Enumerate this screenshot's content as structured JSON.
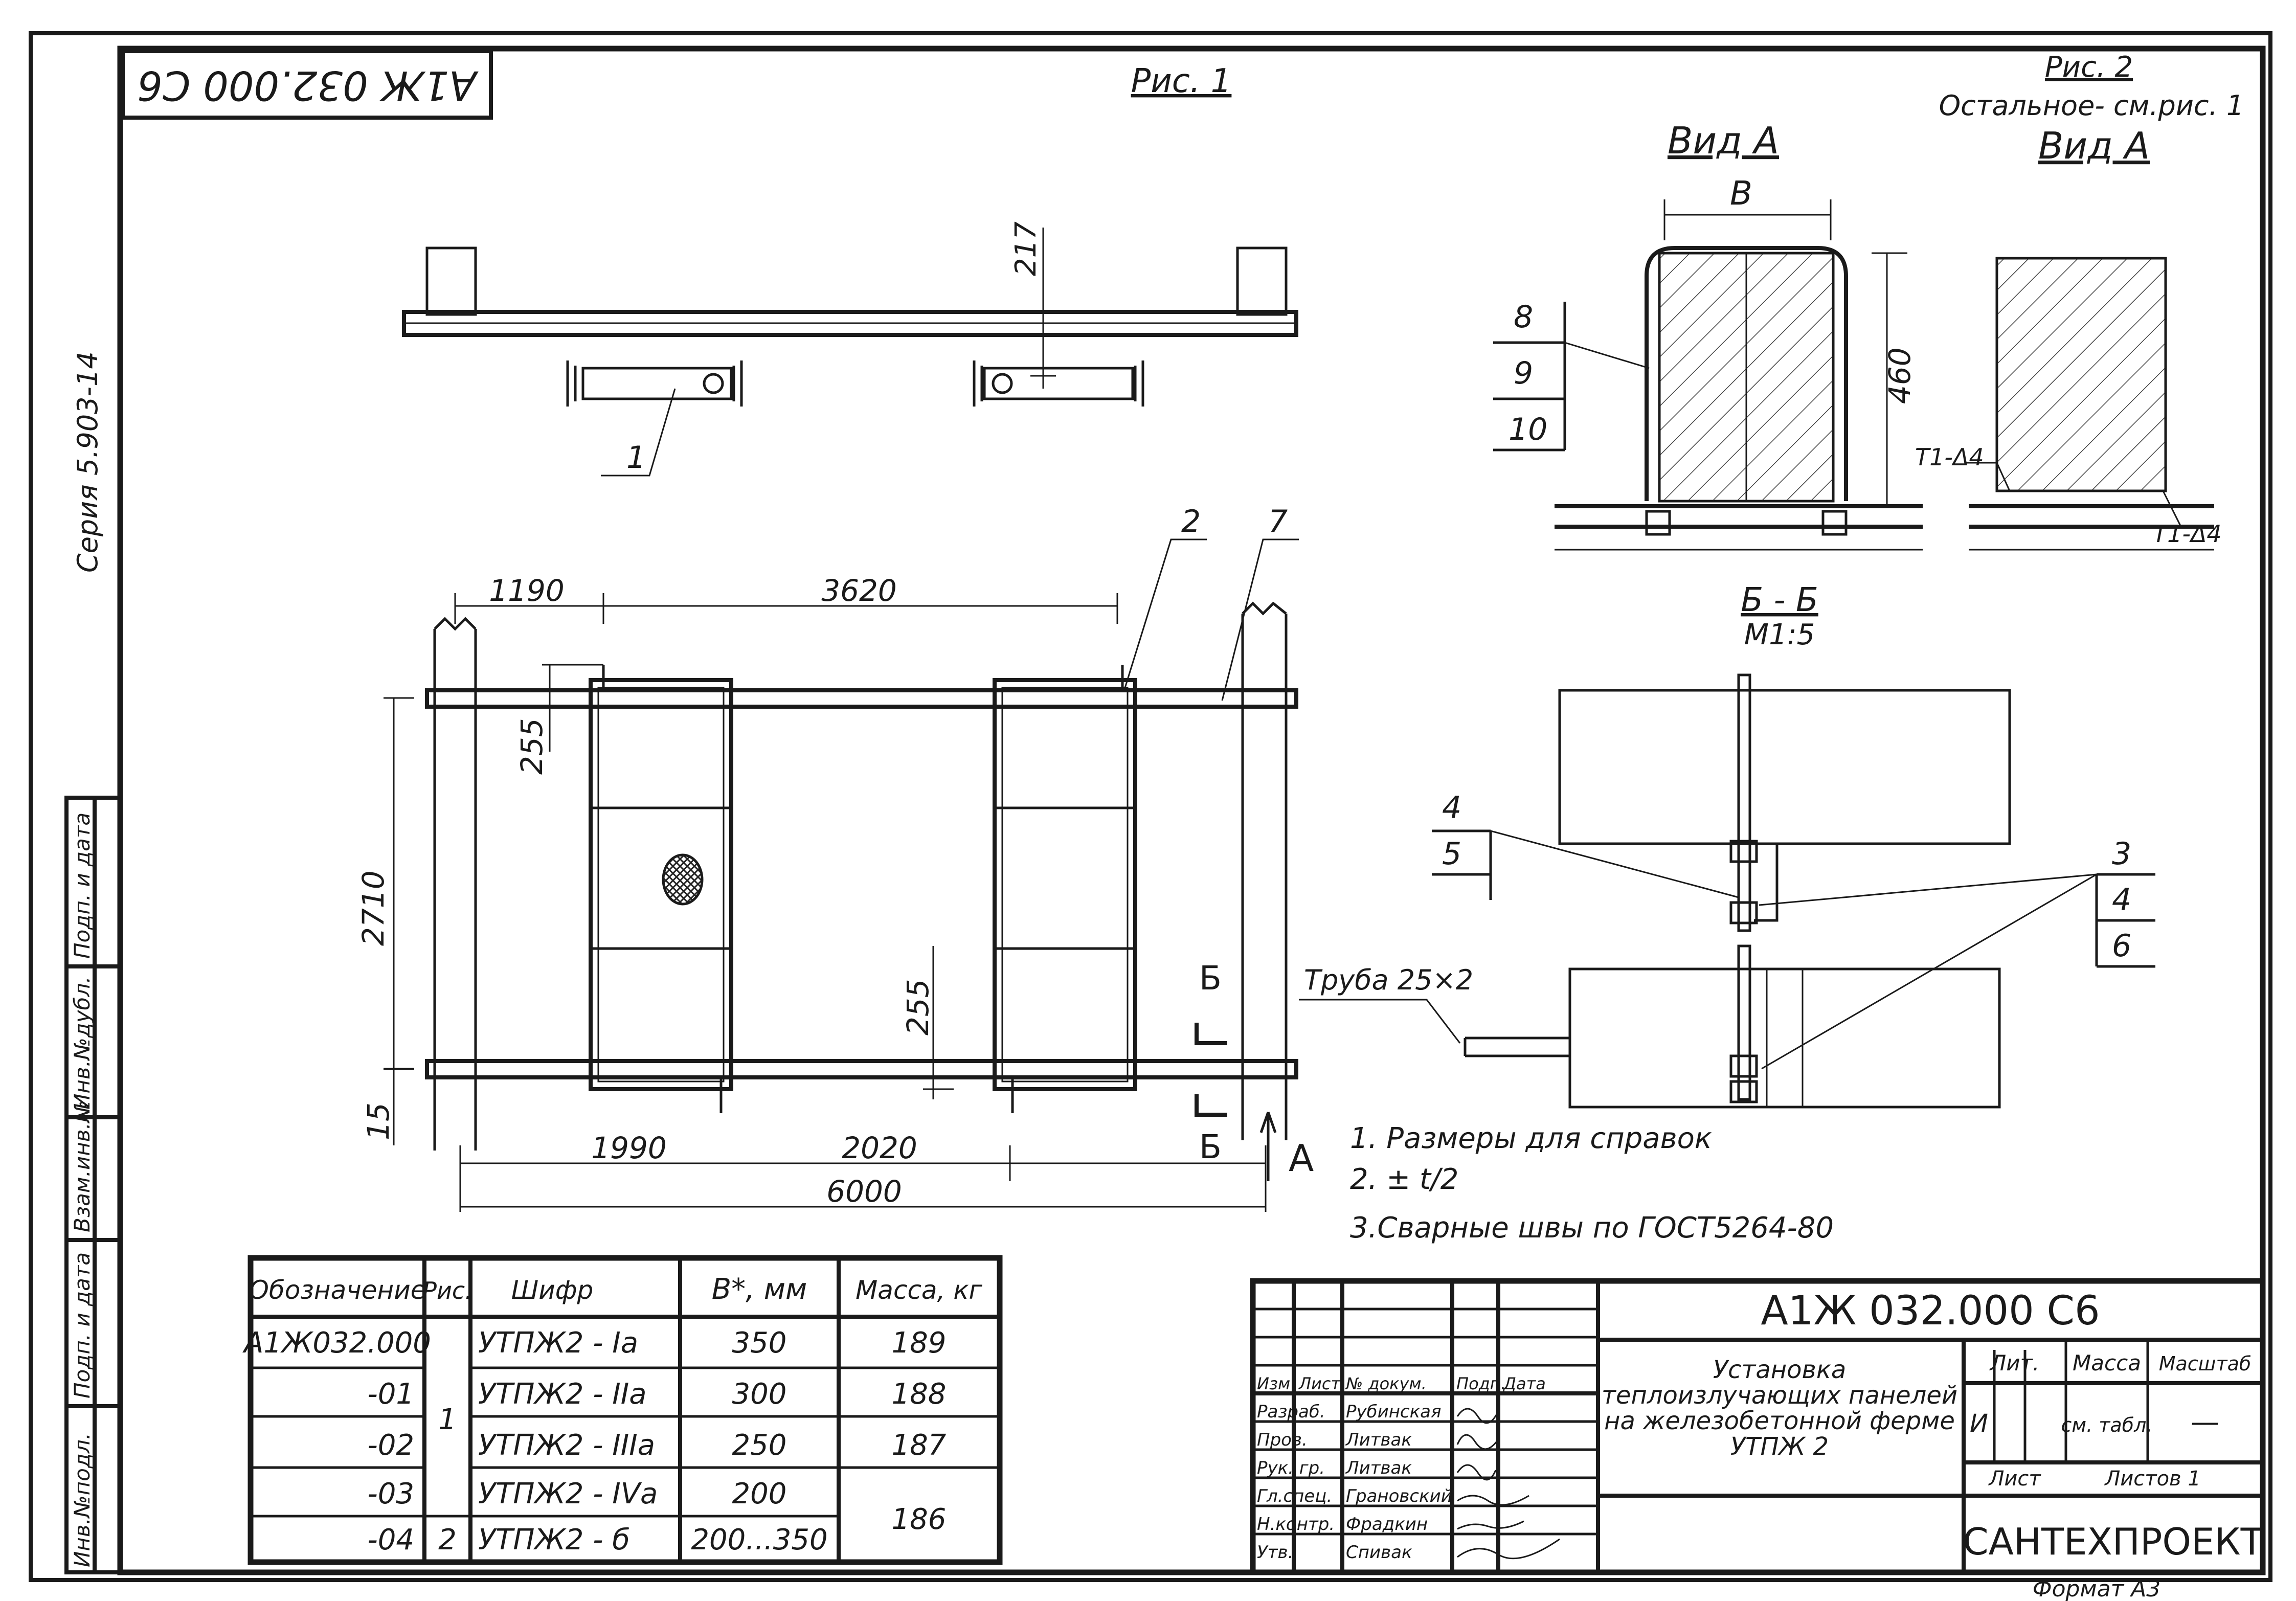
{
  "header": {
    "stamp_code": "А1Ж 032.000 С6",
    "figure_1": "Рис. 1",
    "figure_2": "Рис. 2",
    "figure_2_note": "Остальное- см.рис. 1",
    "series": "Серия 5.903-14"
  },
  "views": {
    "view_a_1": "Вид А",
    "view_a_2": "Вид А",
    "section_title": "Б - Б",
    "section_scale": "М1:5",
    "section_mark": "Б",
    "view_arrow": "А"
  },
  "dimensions": {
    "d217": "217",
    "d1190": "1190",
    "d3620": "3620",
    "d255_top": "255",
    "d2710": "2710",
    "d255_bottom": "255",
    "d15": "15",
    "d1990": "1990",
    "d2020": "2020",
    "d6000": "6000",
    "dB": "В",
    "d460": "460",
    "weld_1": "Т1-Δ4",
    "weld_2": "Т1-Δ4",
    "pipe": "Труба 25×2"
  },
  "callouts": {
    "p1": "1",
    "p2": "2",
    "p7": "7",
    "p8": "8",
    "p9": "9",
    "p10": "10",
    "p4a": "4",
    "p5": "5",
    "p3": "3",
    "p4b": "4",
    "p6": "6"
  },
  "notes": [
    "1. Размеры для справок",
    "2. ± t/2",
    "3.Сварные швы по ГОСТ5264-80"
  ],
  "side_stamp": [
    "Инв.№подл.",
    "Подп. и дата",
    "Взам.инв.№",
    "Инв.№дубл.",
    "Подп. и дата"
  ],
  "spec_table": {
    "headers": [
      "Обозначение",
      "Рис.",
      "Шифр",
      "В*, мм",
      "Масса, кг"
    ],
    "rows": [
      {
        "designation": "А1Ж032.000",
        "fig": "",
        "code": "УТПЖ2 - Iа",
        "b": "350",
        "mass": "189"
      },
      {
        "designation": "-01",
        "fig": "1",
        "code": "УТПЖ2 - IIа",
        "b": "300",
        "mass": "188"
      },
      {
        "designation": "-02",
        "fig": "",
        "code": "УТПЖ2 - IIIа",
        "b": "250",
        "mass": "187"
      },
      {
        "designation": "-03",
        "fig": "",
        "code": "УТПЖ2 - IVа",
        "b": "200",
        "mass": "186"
      },
      {
        "designation": "-04",
        "fig": "2",
        "code": "УТПЖ2 - б",
        "b": "200...350",
        "mass": ""
      }
    ]
  },
  "title_block": {
    "doc_code": "А1Ж 032.000 С6",
    "title_lines": [
      "Установка",
      "теплоизлучающих панелей",
      "на железобетонной ферме",
      "УТПЖ 2"
    ],
    "head": [
      "Изм",
      "Лист",
      "№ докум.",
      "Подп.",
      "Дата"
    ],
    "roles": [
      {
        "role": "Разраб.",
        "name": "Рубинская"
      },
      {
        "role": "Пров.",
        "name": "Литвак"
      },
      {
        "role": "Рук. гр.",
        "name": "Литвак"
      },
      {
        "role": "Гл.спец.",
        "name": "Грановский"
      },
      {
        "role": "Н.контр.",
        "name": "Фрадкин"
      },
      {
        "role": "Утв.",
        "name": "Спивак"
      }
    ],
    "lit_label": "Лит.",
    "mass_label": "Масса",
    "scale_label": "Масштаб",
    "lit_value": "И",
    "mass_value": "см. табл.",
    "scale_value": "—",
    "sheet_label": "Лист",
    "sheets_label": "Листов 1",
    "org": "САНТЕХПРОЕКТ",
    "format": "Формат А3"
  }
}
